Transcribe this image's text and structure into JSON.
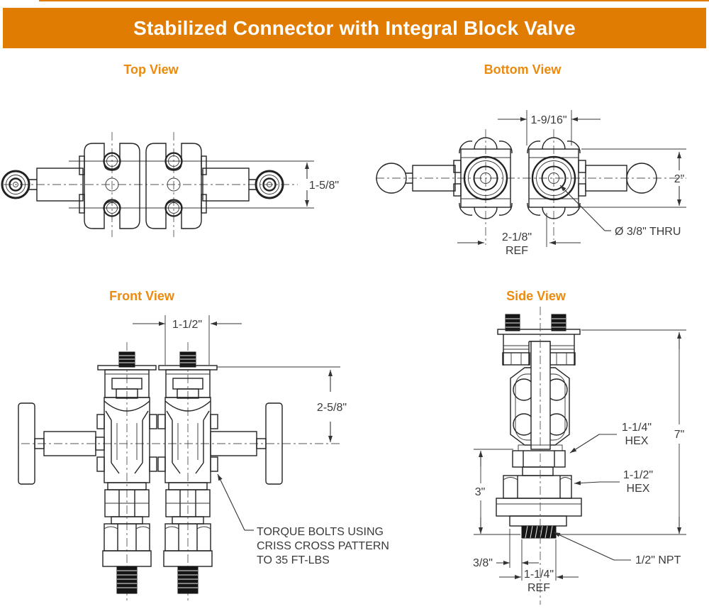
{
  "header": {
    "title": "Stabilized Connector with Integral Block Valve"
  },
  "colors": {
    "banner_orange": "#E07C02",
    "heading_orange": "#EB8A0E",
    "line_dark": "#222222",
    "dimension_text": "#3a3a3a"
  },
  "views": {
    "top": {
      "label": "Top View",
      "dims": {
        "height": "1-5/8\""
      }
    },
    "bottom": {
      "label": "Bottom View",
      "dims": {
        "width": "1-9/16\"",
        "height": "2\"",
        "ref_width": "2-1/8\"",
        "ref": "REF",
        "thru": "Ø 3/8\" THRU"
      }
    },
    "front": {
      "label": "Front View",
      "dims": {
        "width": "1-1/2\"",
        "height": "2-5/8\""
      },
      "note": {
        "line1": "TORQUE BOLTS USING",
        "line2": "CRISS CROSS PATTERN",
        "line3": "TO 35 FT-LBS"
      }
    },
    "side": {
      "label": "Side View",
      "dims": {
        "hex1": "1-1/4\"",
        "hex1_unit": "HEX",
        "hex2": "1-1/2\"",
        "hex2_unit": "HEX",
        "overall": "7\"",
        "lower": "3\"",
        "offset": "3/8\"",
        "ref_width": "1-1/4\"",
        "ref": "REF",
        "npt": "1/2\" NPT"
      }
    }
  }
}
